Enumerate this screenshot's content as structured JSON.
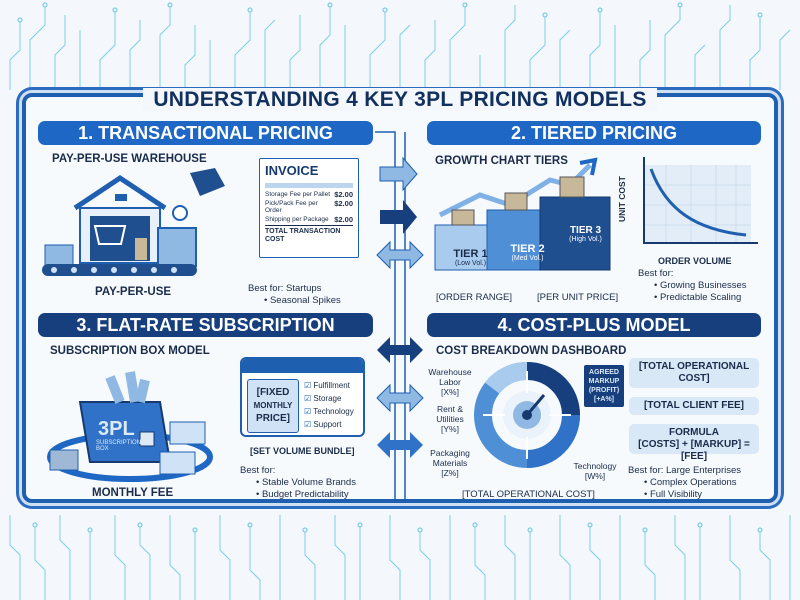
{
  "title": "UNDERSTANDING 4 KEY 3PL PRICING MODELS",
  "colors": {
    "primary": "#1e67c4",
    "dark": "#173f7e",
    "light": "#cfe2f6",
    "text": "#1a2c4a"
  },
  "panels": [
    {
      "heading": "1. TRANSACTIONAL PRICING",
      "subtitle": "PAY-PER-USE WAREHOUSE",
      "caption": "PAY-PER-USE",
      "invoice": {
        "title": "INVOICE",
        "rows": [
          {
            "label": "Storage Fee per Pallet",
            "amount": "$2.00"
          },
          {
            "label": "Pick/Pack Fee per Order",
            "amount": "$2.00"
          },
          {
            "label": "Shipping per Package",
            "amount": "$2.00"
          }
        ],
        "total": "TOTAL TRANSACTION COST"
      },
      "best_for_label": "Best for:",
      "best_for": [
        "Startups",
        "• Seasonal Spikes"
      ]
    },
    {
      "heading": "2. TIERED PRICING",
      "subtitle": "GROWTH CHART TIERS",
      "tiers": [
        {
          "name": "TIER 1",
          "note": "(Low Vol.)"
        },
        {
          "name": "TIER 2",
          "note": "(Med Vol.)"
        },
        {
          "name": "TIER 3",
          "note": "(High Vol.)"
        }
      ],
      "labels": [
        "[ORDER RANGE]",
        "[PER UNIT PRICE]"
      ],
      "chart": {
        "ylabel": "UNIT COST",
        "xlabel": "ORDER VOLUME"
      },
      "best_for_label": "Best for:",
      "best_for": [
        "• Growing Businesses",
        "• Predictable Scaling"
      ]
    },
    {
      "heading": "3. FLAT-RATE SUBSCRIPTION",
      "subtitle": "SUBSCRIPTION BOX MODEL",
      "box_label": "3PL",
      "box_sub": "SUBSCRIPTION BOX",
      "caption": "MONTHLY FEE",
      "fixed_price": [
        "[FIXED",
        "MONTHLY",
        "PRICE]"
      ],
      "checklist": [
        "Fulfillment",
        "Storage",
        "Technology",
        "Support"
      ],
      "bundle": "[SET VOLUME BUNDLE]",
      "best_for_label": "Best for:",
      "best_for": [
        "• Stable Volume Brands",
        "• Budget Predictability"
      ]
    },
    {
      "heading": "4. COST-PLUS MODEL",
      "subtitle": "COST BREAKDOWN DASHBOARD",
      "segments": [
        {
          "label": "Warehouse Labor",
          "value": "[X%]"
        },
        {
          "label": "Rent & Utilities",
          "value": "[Y%]"
        },
        {
          "label": "Packaging Materials",
          "value": "[Z%]"
        },
        {
          "label": "Technology",
          "value": "[W%]"
        }
      ],
      "markup": [
        "AGREED",
        "MARKUP",
        "(PROFIT)",
        "[+A%]"
      ],
      "total_label": "[TOTAL OPERATIONAL COST]",
      "boxes": {
        "total_cost": "[TOTAL OPERATIONAL COST]",
        "client_fee": "[TOTAL CLIENT FEE]",
        "formula_title": "FORMULA",
        "formula": "[COSTS] + [MARKUP] = [FEE]"
      },
      "best_for_label": "Best for: Large Enterprises",
      "best_for": [
        "• Complex Operations",
        "• Full Visibility"
      ]
    }
  ]
}
